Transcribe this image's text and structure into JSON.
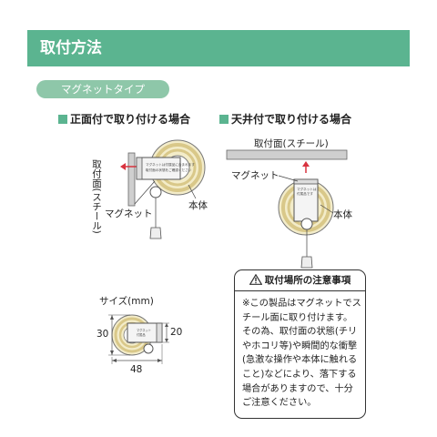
{
  "header": {
    "title": "取付方法"
  },
  "type_pill": {
    "label": "マグネットタイプ"
  },
  "front": {
    "heading": "正面付で取り付ける場合",
    "surface_label": "取付面(スチール)",
    "magnet_label": "マグネット",
    "body_label": "本体"
  },
  "ceiling": {
    "heading": "天井付で取り付ける場合",
    "surface_label": "取付面(スチール)",
    "magnet_label": "マグネット",
    "body_label": "本体"
  },
  "size": {
    "label": "サイズ(mm)",
    "height": "30",
    "depth": "20",
    "width": "48"
  },
  "notice": {
    "title": "取付場所の注意事項",
    "body": "※この製品はマグネットでスチール面に取り付けます。その為、取付面の状態(チリやホコリ等)や瞬間的な衝撃(急激な操作や本体に触れること)などにより、落下する場合がありますので、十分ご注意ください。"
  },
  "colors": {
    "accent": "#5bb490",
    "pill": "#8ec7a9",
    "arrow": "#d8333f",
    "coil": "#d9c889"
  }
}
